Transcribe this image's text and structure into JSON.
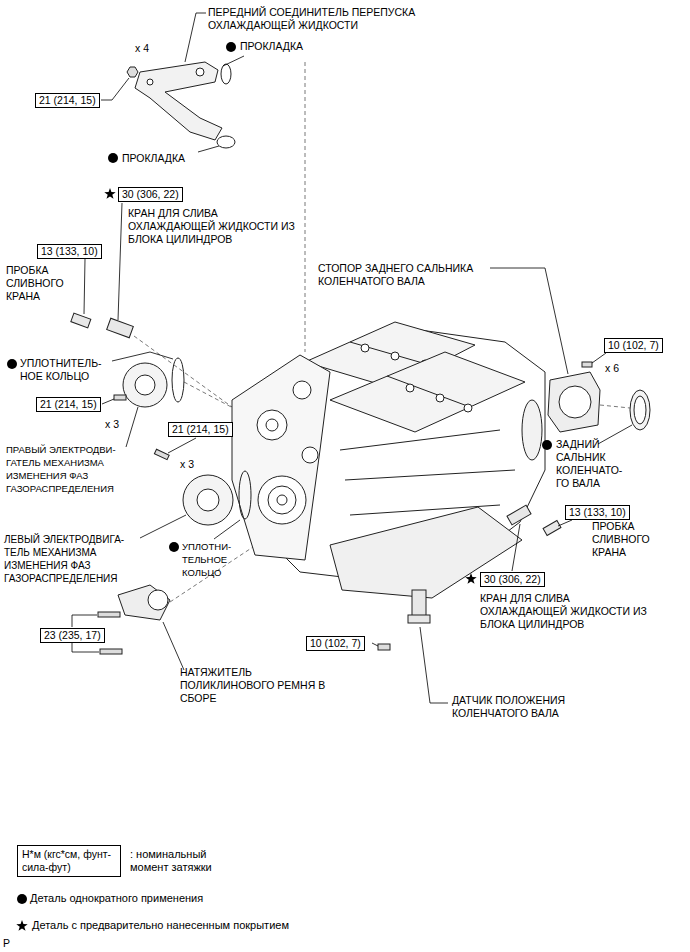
{
  "diagram": {
    "nodes": [
      {
        "text": [
          "21 (214, 15)"
        ]
      },
      {
        "text": [
          "30 (306, 22)"
        ]
      },
      {
        "text": [
          "13 (133, 10)"
        ]
      },
      {
        "text": [
          "10 (102, 7)"
        ]
      },
      {
        "text": [
          "21 (214, 15)"
        ]
      },
      {
        "text": [
          "21 (214, 15)"
        ]
      },
      {
        "text": [
          "13 (133, 10)"
        ]
      },
      {
        "text": [
          "30 (306, 22)"
        ]
      },
      {
        "text": [
          "23 (235, 17)"
        ]
      },
      {
        "text": [
          "10 (102, 7)"
        ]
      },
      {
        "text": [
          "Н*м (кгс*см, фунт-сила-фут)"
        ]
      }
    ],
    "labels": [
      "ПЕРЕДНИЙ СОЕДИНИТЕЛЬ ПЕРЕПУСКА ОХЛАЖДАЮЩЕЙ ЖИДКОСТИ",
      "ПРОКЛАДКА",
      "ПРОКЛАДКА",
      "КРАН ДЛЯ СЛИВА ОХЛАЖДАЮЩЕЙ ЖИДКОСТИ ИЗ БЛОКА ЦИЛИНДРОВ",
      "ПРОБКА СЛИВНОГО КРАНА",
      "УПЛОТНИТЕЛЬ- НОЕ КОЛЬЦО",
      "ПРАВЫЙ ЭЛЕКТРОДВИ- ГАТЕЛЬ МЕХАНИЗМА ИЗМЕНЕНИЯ ФАЗ ГАЗОРАСПРЕДЕЛЕНИЯ",
      "УПЛОТНИ- ТЕЛЬНОЕ КОЛЬЦО",
      "ЛЕВЫЙ ЭЛЕКТРОДВИГА- ТЕЛЬ МЕХАНИЗМА ИЗМЕНЕНИЯ ФАЗ ГАЗОРАСПРЕДЕЛЕНИЯ",
      "НАТЯЖИТЕЛЬ ПОЛИКЛИНОВОГО РЕМНЯ В СБОРЕ",
      "СТОПОР ЗАДНЕГО САЛЬНИКА КОЛЕНЧАТОГО ВАЛА",
      "ЗАДНИЙ САЛЬНИК КОЛЕНЧАТО- ГО ВАЛА",
      "ПРОБКА СЛИВНОГО КРАНА",
      "КРАН ДЛЯ СЛИВА ОХЛАЖДАЮЩЕЙ ЖИДКОСТИ ИЗ БЛОКА ЦИЛИНДРОВ",
      "ДАТЧИК ПОЛОЖЕНИЯ КОЛЕНЧАТОГО ВАЛА",
      "x 4",
      "x 3",
      "x 3",
      "x 6",
      "P"
    ],
    "legend": [
      {
        "text": ": номинальный момент затяжки"
      },
      {
        "text": "Деталь однократного применения"
      },
      {
        "text": "Деталь с предварительно нанесенным покрытием"
      }
    ]
  }
}
